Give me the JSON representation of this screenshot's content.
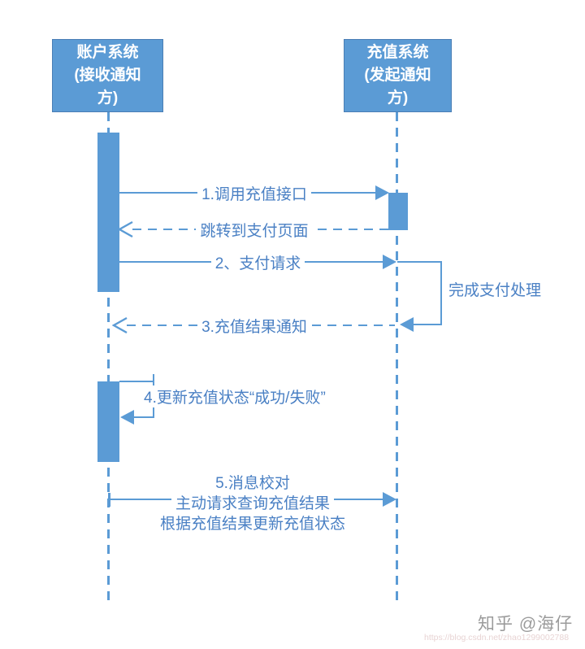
{
  "actors": {
    "left": {
      "label": "账户系统\n(接收通知\n方)"
    },
    "right": {
      "label": "充值系统\n(发起通知\n方)"
    }
  },
  "messages": {
    "m1": {
      "label": "1.调用充值接口",
      "type": "solid-right"
    },
    "m2": {
      "label": "跳转到支付页面",
      "type": "dashed-left"
    },
    "m3": {
      "label": "2、支付请求",
      "type": "solid-right"
    },
    "loop_right": {
      "label": "完成支付处理",
      "type": "self-loop"
    },
    "m4": {
      "label": "3.充值结果通知",
      "type": "dashed-left"
    },
    "loop_left": {
      "label": "4.更新充值状态“成功/失败”",
      "type": "self-loop"
    },
    "m5": {
      "line1": "5.消息校对",
      "line2": "主动请求查询充值结果",
      "line3": "根据充值结果更新充值状态",
      "type": "solid-right"
    }
  },
  "watermark": {
    "credit": "知乎 @海仔",
    "url": "https://blog.csdn.net/zhao1299002788"
  },
  "colors": {
    "primary_blue": "#5B9BD5",
    "box_border": "#4A7EB5",
    "label_text": "#4A80C4",
    "credit_text": "#9B9B9B",
    "url_text": "#E8D4D4"
  }
}
